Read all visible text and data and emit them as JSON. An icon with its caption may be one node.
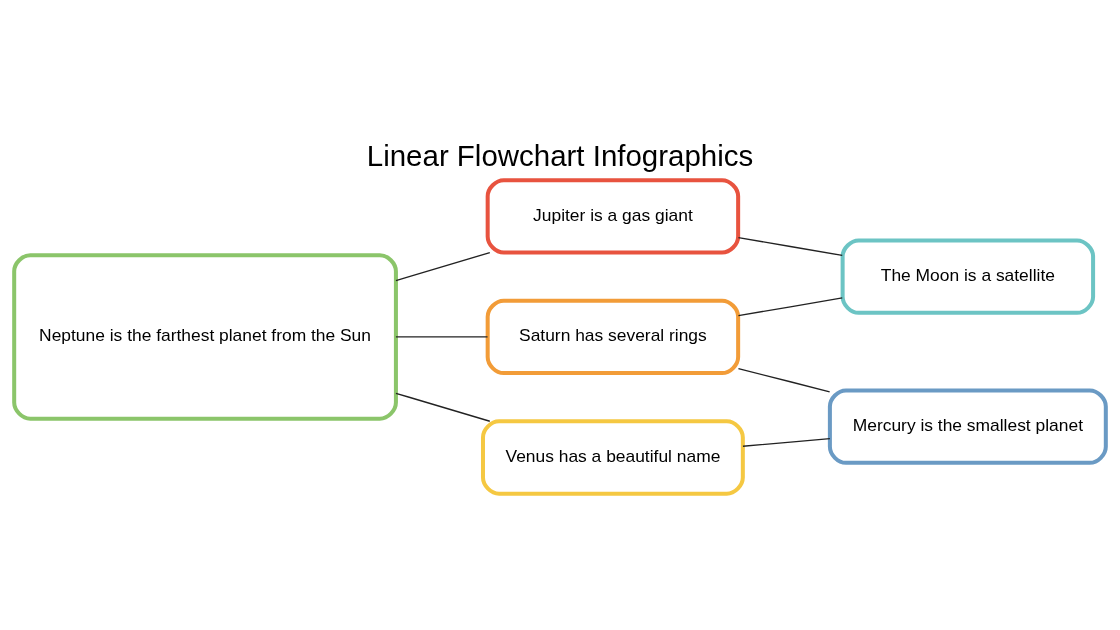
{
  "diagram": {
    "title": "Linear Flowchart Infographics",
    "nodes": [
      {
        "text": [
          "Neptune is the farthest planet from the Sun"
        ]
      },
      {
        "text": [
          "Jupiter is a gas giant"
        ]
      },
      {
        "text": [
          "Saturn has several rings"
        ]
      },
      {
        "text": [
          "Venus has a beautiful name"
        ]
      },
      {
        "text": [
          "The Moon is a satellite"
        ]
      },
      {
        "text": [
          "Mercury is the smallest planet"
        ]
      }
    ],
    "edges": [
      {
        "from": 0,
        "to": 1,
        "arrow": "none"
      },
      {
        "from": 0,
        "to": 2,
        "arrow": "none"
      },
      {
        "from": 0,
        "to": 3,
        "arrow": "none"
      },
      {
        "from": 1,
        "to": 4,
        "arrow": "none"
      },
      {
        "from": 2,
        "to": 4,
        "arrow": "none"
      },
      {
        "from": 2,
        "to": 5,
        "arrow": "none"
      },
      {
        "from": 3,
        "to": 5,
        "arrow": "none"
      }
    ]
  }
}
